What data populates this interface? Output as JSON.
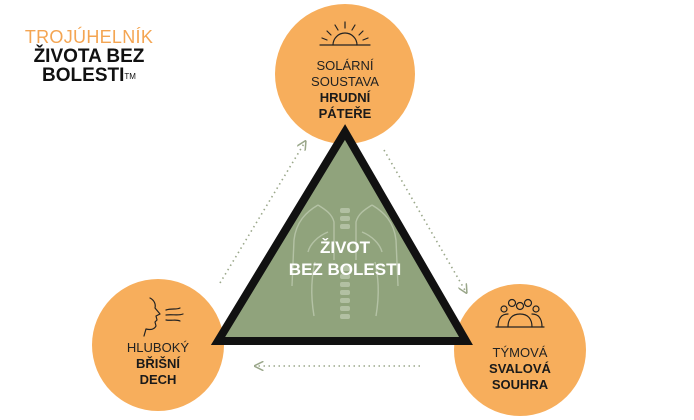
{
  "brand": {
    "line1": "TROJÚHELNÍK",
    "line2": "ŽIVOTA BEZ",
    "line3": "BOLESTI",
    "trademark": "TM"
  },
  "center": {
    "line1": "ŽIVOT",
    "line2": "BEZ BOLESTI"
  },
  "nodes": {
    "top": {
      "line1": "SOLÁRNÍ",
      "line2": "SOUSTAVA",
      "bold1": "HRUDNÍ",
      "bold2": "PÁTEŘE"
    },
    "left": {
      "line1": "HLUBOKÝ",
      "bold1": "BŘIŠNÍ",
      "bold2": "DECH"
    },
    "right": {
      "line1": "TÝMOVÁ",
      "bold1": "SVALOVÁ",
      "bold2": "SOUHRA"
    }
  },
  "colors": {
    "orange": "#f7ae5c",
    "triangle_fill": "#90a37c",
    "triangle_stroke": "#111111",
    "arrow": "#9aa78a"
  }
}
